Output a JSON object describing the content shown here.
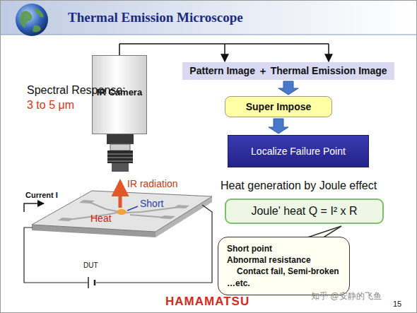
{
  "diagram": {
    "title": "Thermal Emission Microscope",
    "nodes": [
      {
        "text": [
          "IR Camera"
        ]
      },
      {
        "text": [
          "Pattern Image ＋ Thermal Emission Image"
        ]
      },
      {
        "text": [
          "Super Impose"
        ]
      },
      {
        "text": [
          "Localize Failure Point"
        ]
      },
      {
        "text": [
          "Joule' heat Q = I² x R"
        ]
      },
      {
        "text": [
          "Short point",
          "Abnormal resistance",
          "Contact fail, Semi-broken",
          "…etc."
        ]
      }
    ],
    "edges": [
      {
        "from": 0,
        "to": 1,
        "arrow": "to"
      },
      {
        "from": 1,
        "to": 2,
        "arrow": "to"
      },
      {
        "from": 2,
        "to": 3,
        "arrow": "to"
      }
    ],
    "labels": [
      "Spectral Response:",
      "3 to 5 μm",
      "Current I",
      "IR radiation",
      "Short",
      "Heat",
      "DUT",
      "Heat generation by Joule effect",
      "HAMAMATSU",
      "15",
      "知乎 @安静的飞鱼"
    ]
  }
}
